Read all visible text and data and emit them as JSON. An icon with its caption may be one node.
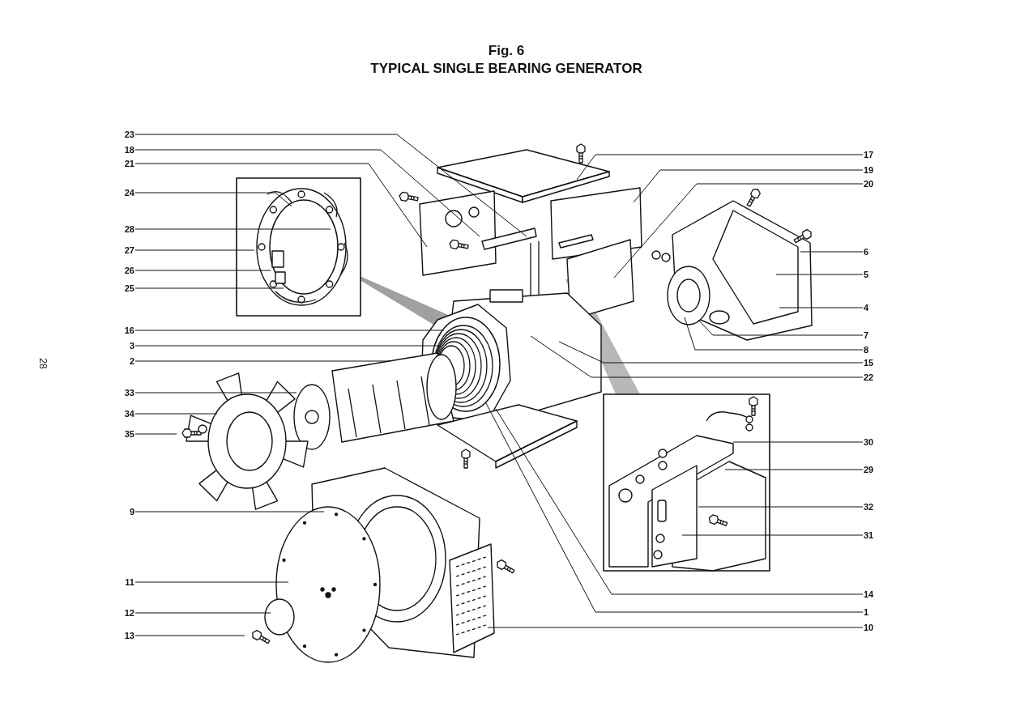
{
  "diagram": {
    "title": "TYPICAL SINGLE BEARING GENERATOR",
    "nodes": [
      {
        "text": [
          "23"
        ]
      },
      {
        "text": [
          "18"
        ]
      },
      {
        "text": [
          "21"
        ]
      },
      {
        "text": [
          "24"
        ]
      },
      {
        "text": [
          "28"
        ]
      },
      {
        "text": [
          "27"
        ]
      },
      {
        "text": [
          "26"
        ]
      },
      {
        "text": [
          "25"
        ]
      },
      {
        "text": [
          "16"
        ]
      },
      {
        "text": [
          "3"
        ]
      },
      {
        "text": [
          "2"
        ]
      },
      {
        "text": [
          "33"
        ]
      },
      {
        "text": [
          "34"
        ]
      },
      {
        "text": [
          "35"
        ]
      },
      {
        "text": [
          "9"
        ]
      },
      {
        "text": [
          "11"
        ]
      },
      {
        "text": [
          "12"
        ]
      },
      {
        "text": [
          "13"
        ]
      },
      {
        "text": [
          "17"
        ]
      },
      {
        "text": [
          "19"
        ]
      },
      {
        "text": [
          "20"
        ]
      },
      {
        "text": [
          "6"
        ]
      },
      {
        "text": [
          "5"
        ]
      },
      {
        "text": [
          "4"
        ]
      },
      {
        "text": [
          "7"
        ]
      },
      {
        "text": [
          "8"
        ]
      },
      {
        "text": [
          "15"
        ]
      },
      {
        "text": [
          "22"
        ]
      },
      {
        "text": [
          "30"
        ]
      },
      {
        "text": [
          "29"
        ]
      },
      {
        "text": [
          "32"
        ]
      },
      {
        "text": [
          "31"
        ]
      },
      {
        "text": [
          "14"
        ]
      },
      {
        "text": [
          "1"
        ]
      },
      {
        "text": [
          "10"
        ]
      }
    ],
    "edges": [
      {
        "from": 0,
        "to": null,
        "arrow": "none"
      },
      {
        "from": 1,
        "to": null,
        "arrow": "none"
      },
      {
        "from": 2,
        "to": null,
        "arrow": "none"
      },
      {
        "from": 3,
        "to": null,
        "arrow": "none"
      },
      {
        "from": 4,
        "to": null,
        "arrow": "none"
      },
      {
        "from": 5,
        "to": null,
        "arrow": "none"
      },
      {
        "from": 6,
        "to": null,
        "arrow": "none"
      },
      {
        "from": 7,
        "to": null,
        "arrow": "none"
      },
      {
        "from": 8,
        "to": null,
        "arrow": "none"
      },
      {
        "from": 9,
        "to": null,
        "arrow": "none"
      },
      {
        "from": 10,
        "to": null,
        "arrow": "none"
      },
      {
        "from": 11,
        "to": null,
        "arrow": "none"
      },
      {
        "from": 12,
        "to": null,
        "arrow": "none"
      },
      {
        "from": 13,
        "to": null,
        "arrow": "none"
      },
      {
        "from": 14,
        "to": null,
        "arrow": "none"
      },
      {
        "from": 15,
        "to": null,
        "arrow": "none"
      },
      {
        "from": 16,
        "to": null,
        "arrow": "none"
      },
      {
        "from": 17,
        "to": null,
        "arrow": "none"
      },
      {
        "from": 18,
        "to": null,
        "arrow": "none"
      },
      {
        "from": 19,
        "to": null,
        "arrow": "none"
      },
      {
        "from": 20,
        "to": null,
        "arrow": "none"
      },
      {
        "from": 21,
        "to": null,
        "arrow": "none"
      },
      {
        "from": 22,
        "to": null,
        "arrow": "none"
      },
      {
        "from": 23,
        "to": null,
        "arrow": "none"
      },
      {
        "from": 24,
        "to": null,
        "arrow": "none"
      },
      {
        "from": 25,
        "to": null,
        "arrow": "none"
      },
      {
        "from": 26,
        "to": null,
        "arrow": "none"
      },
      {
        "from": 27,
        "to": null,
        "arrow": "none"
      },
      {
        "from": 28,
        "to": null,
        "arrow": "none"
      },
      {
        "from": 29,
        "to": null,
        "arrow": "none"
      },
      {
        "from": 30,
        "to": null,
        "arrow": "none"
      },
      {
        "from": 31,
        "to": null,
        "arrow": "none"
      },
      {
        "from": 32,
        "to": null,
        "arrow": "none"
      },
      {
        "from": 33,
        "to": null,
        "arrow": "none"
      },
      {
        "from": 34,
        "to": null,
        "arrow": "none"
      }
    ],
    "labels": [
      "Fig. 6",
      "28"
    ]
  }
}
